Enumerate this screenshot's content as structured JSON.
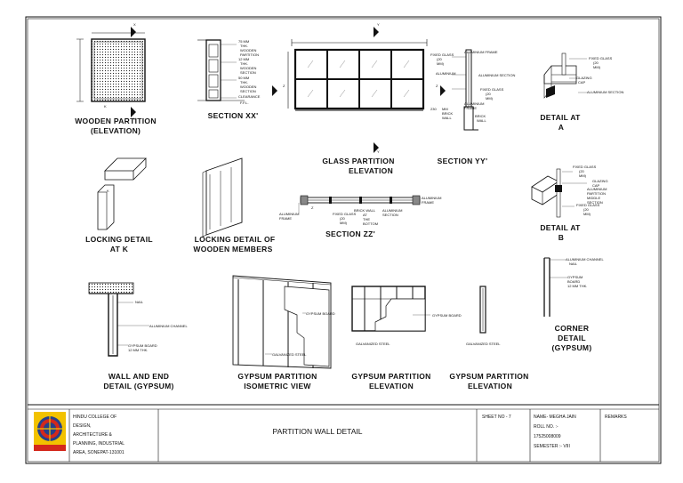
{
  "titles": {
    "wooden_partition": [
      "WOODEN PARTITION",
      "(ELEVATION)"
    ],
    "section_xx": "SECTION XX'",
    "glass_partition": [
      "GLASS PARTITION",
      "ELEVATION"
    ],
    "section_yy": "SECTION YY'",
    "detail_a": [
      "DETAIL AT",
      "A"
    ],
    "detail_b": [
      "DETAIL AT",
      "B"
    ],
    "locking_k": [
      "LOCKING DETAIL",
      "AT K"
    ],
    "locking_members": [
      "LOCKING DETAIL OF",
      "WOODEN MEMBERS"
    ],
    "section_zz": "SECTION ZZ'",
    "wall_end": [
      "WALL AND END",
      "DETAIL (GYPSUM)"
    ],
    "gypsum_iso": [
      "GYPSUM PARTITION",
      "ISOMETRIC VIEW"
    ],
    "gypsum_elev1": [
      "GYPSUM PARTITION",
      "ELEVATION"
    ],
    "gypsum_elev2": [
      "GYPSUM PARTITION",
      "ELEVATION"
    ],
    "corner": [
      "CORNER",
      "DETAIL",
      "(GYPSUM)"
    ]
  },
  "markers": {
    "x": "X",
    "y": "Y",
    "z": "Z",
    "k": "K"
  },
  "annotations": {
    "wood_section_75": [
      "75 MM",
      "THK.",
      "WOODEN",
      "PARTITION"
    ],
    "wood_section_12": [
      "12 MM",
      "THK.",
      "WOODEN",
      "SECTION"
    ],
    "wood_section_50": [
      "50 MM",
      "THK.",
      "WOODEN",
      "SECTION"
    ],
    "clearance": "CLEARANCE",
    "ffl": "F.F.L.",
    "glass_fixed": [
      "FIXED GLASS",
      "(20",
      "MM)"
    ],
    "al_frame_top": "ALUMINIUM FRAME",
    "al_frame_2": "ALUMINIUM",
    "al_section": "ALUMINIUM SECTION",
    "glass_fixed_2": [
      "FIXED GLASS",
      "(20",
      "MM)"
    ],
    "al_frame_3": [
      "ALUMINIUM",
      "FRAME"
    ],
    "brick_230": [
      "230",
      "MM",
      "BRICK",
      "WALL"
    ],
    "brick_wall": [
      "BRICK",
      "WALL"
    ],
    "det_a_glass": [
      "FIXED GLASS",
      "(20",
      "MM)"
    ],
    "glazing_cap": [
      "GLAZING",
      "CAP"
    ],
    "al_section_a": "ALUMINIUM SECTION",
    "det_b_glass": [
      "FIXED GLASS",
      "(20",
      "MM)"
    ],
    "det_b_glazing": [
      "GLAZING",
      "CAP"
    ],
    "det_b_al": [
      "ALUMINIUM",
      "PARTITION",
      "MIDDLE",
      "SECTION"
    ],
    "det_b_glass2": [
      "FIXED GLASS",
      "(20",
      "MM)"
    ],
    "zz_al_left": [
      "ALUMINIUM",
      "FRAME"
    ],
    "zz_glass": [
      "FIXED GLASS",
      "(20",
      "MM)"
    ],
    "zz_brick": [
      "BRICK WALL",
      "AT",
      "THE",
      "BOTTOM"
    ],
    "zz_al_section": [
      "ALUMINIUM",
      "SECTION"
    ],
    "zz_al_right": [
      "ALUMINIUM",
      "FRAME"
    ],
    "nail": "NAIL",
    "al_channel": "ALUMINIUM CHANNEL",
    "gypsum_board_12": [
      "GYPSUM BOARD",
      "12 MM THK."
    ],
    "gypsum_board": "GYPSUM BOARD",
    "galvanized_steel": "GALVANIZED STEEL",
    "gypsum_board_2": "GYPSUM BOARD",
    "galvanized_steel_2": "GALVANIZED STEEL",
    "galvanized_steel_3": "GALVANIZED STEEL",
    "corner_al": [
      "ALUMINIUM CHANNEL",
      "NAIL"
    ],
    "corner_gyp": [
      "GYPSUM",
      "BOARD",
      "12 MM THK."
    ]
  },
  "title_block": {
    "college": [
      "HINDU COLLEGE OF",
      "DESIGN,",
      "ARCHITECTURE &",
      "PLANNING, INDUSTRIAL",
      "AREA, SONEPAT-131001"
    ],
    "drawing_title": "PARTITION WALL DETAIL",
    "sheet_no": "SHEET NO - 7",
    "student": [
      "NAME- MEGHA JAIN",
      "ROLL NO. :-",
      "17525008009",
      "SEMESTER :- VIII"
    ],
    "remarks": "REMARKS"
  },
  "colors": {
    "line": "#111111",
    "logo_red": "#d4281c",
    "logo_blue": "#26408b",
    "logo_yellow": "#f2c200"
  }
}
